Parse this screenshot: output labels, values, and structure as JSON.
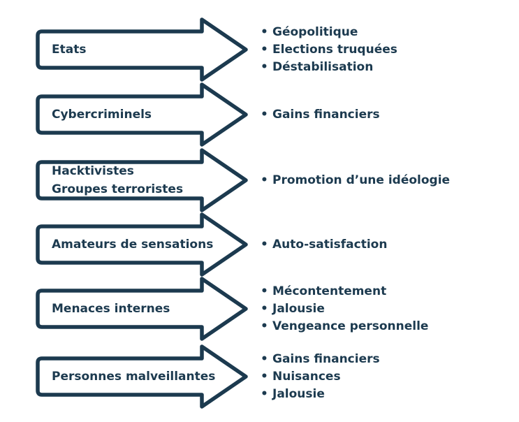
{
  "colors": {
    "primary": "#1c3a4f",
    "background": "#ffffff"
  },
  "rows": [
    {
      "actor_lines": [
        "Etats"
      ],
      "motives": [
        "Géopolitique",
        "Elections truquées",
        "Déstabilisation"
      ]
    },
    {
      "actor_lines": [
        "Cybercriminels"
      ],
      "motives": [
        "Gains financiers"
      ]
    },
    {
      "actor_lines": [
        "Hacktivistes",
        "Groupes terroristes"
      ],
      "motives": [
        "Promotion d’une idéologie"
      ]
    },
    {
      "actor_lines": [
        "Amateurs de sensations"
      ],
      "motives": [
        "Auto-satisfaction"
      ]
    },
    {
      "actor_lines": [
        "Menaces internes"
      ],
      "motives": [
        "Mécontentement",
        "Jalousie",
        "Vengeance personnelle"
      ]
    },
    {
      "actor_lines": [
        "Personnes malveillantes"
      ],
      "motives": [
        "Gains financiers",
        "Nuisances",
        "Jalousie"
      ]
    }
  ]
}
